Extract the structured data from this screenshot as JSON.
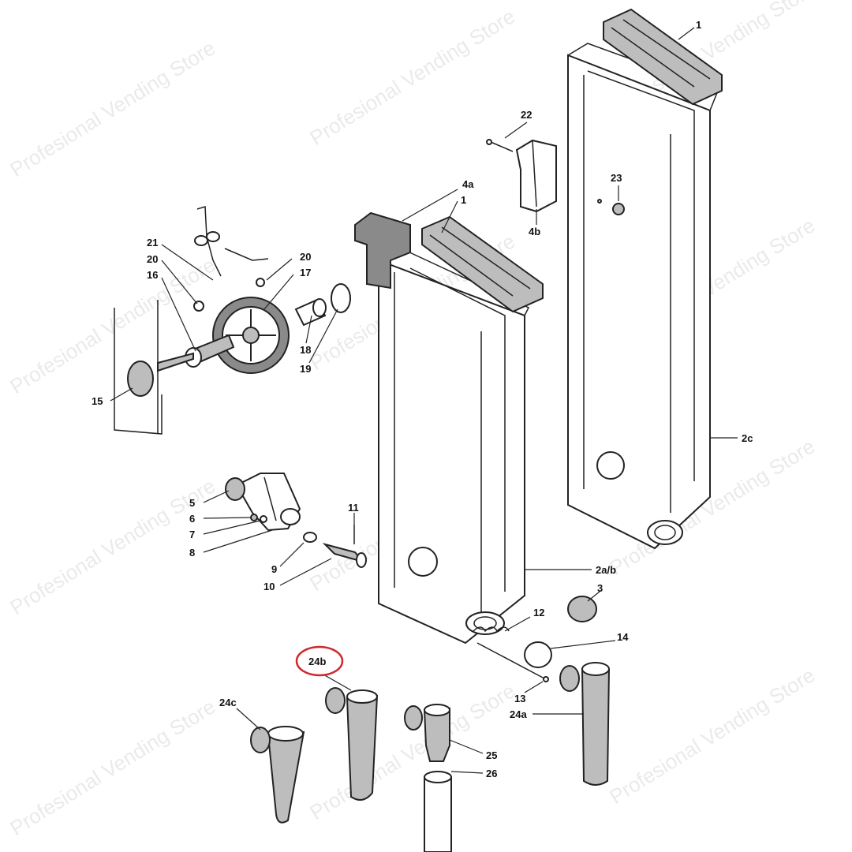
{
  "watermark": "Profesional Vending Store",
  "highlight": {
    "label": "24b",
    "color": "#d0282e"
  },
  "labels": {
    "l1a": "1",
    "l1b": "1",
    "l2c": "2c",
    "l2ab": "2a/b",
    "l3": "3",
    "l4a": "4a",
    "l4b": "4b",
    "l5": "5",
    "l6": "6",
    "l7": "7",
    "l8": "8",
    "l9": "9",
    "l10": "10",
    "l11": "11",
    "l12": "12",
    "l13": "13",
    "l14": "14",
    "l15": "15",
    "l16": "16",
    "l17": "17",
    "l18": "18",
    "l19": "19",
    "l20a": "20",
    "l20b": "20",
    "l21": "21",
    "l22": "22",
    "l23": "23",
    "l24a": "24a",
    "l24b": "24b",
    "l24c": "24c",
    "l25": "25",
    "l26": "26"
  }
}
